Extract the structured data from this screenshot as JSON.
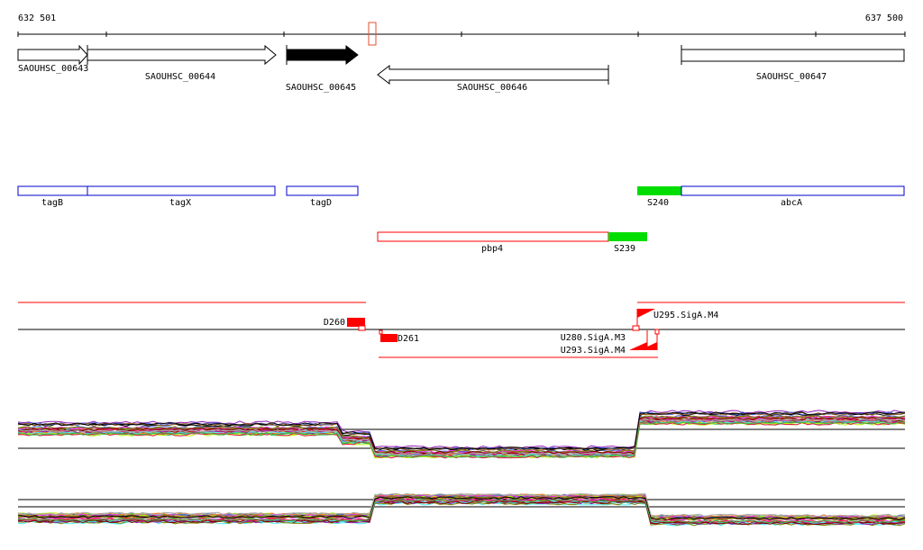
{
  "ruler": {
    "start": "632 501",
    "end": "637 500"
  },
  "genes": [
    {
      "name": "SAOUHSC_00643",
      "strand": "+",
      "selected": false
    },
    {
      "name": "SAOUHSC_00644",
      "strand": "+",
      "selected": false
    },
    {
      "name": "SAOUHSC_00645",
      "strand": "+",
      "selected": true
    },
    {
      "name": "SAOUHSC_00646",
      "strand": "-",
      "selected": false
    },
    {
      "name": "SAOUHSC_00647",
      "strand": "none",
      "selected": false
    }
  ],
  "features": [
    {
      "name": "tagB",
      "color": "#0000cc"
    },
    {
      "name": "tagX",
      "color": "#0000cc"
    },
    {
      "name": "tagD",
      "color": "#0000cc"
    },
    {
      "name": "S240",
      "color": "#00dd00"
    },
    {
      "name": "abcA",
      "color": "#0000cc"
    },
    {
      "name": "pbp4",
      "color": "#ff0000"
    },
    {
      "name": "S239",
      "color": "#00dd00"
    }
  ],
  "regulatory": {
    "d260": "D260",
    "d261": "D261",
    "u295": "U295.SigA.M4",
    "overlap_a": "U280.SigA.M3",
    "overlap_b": "U293.SigA.M4"
  },
  "colors": {
    "accent": "#ff0000",
    "green": "#00dd00",
    "blue": "#0000cc"
  }
}
